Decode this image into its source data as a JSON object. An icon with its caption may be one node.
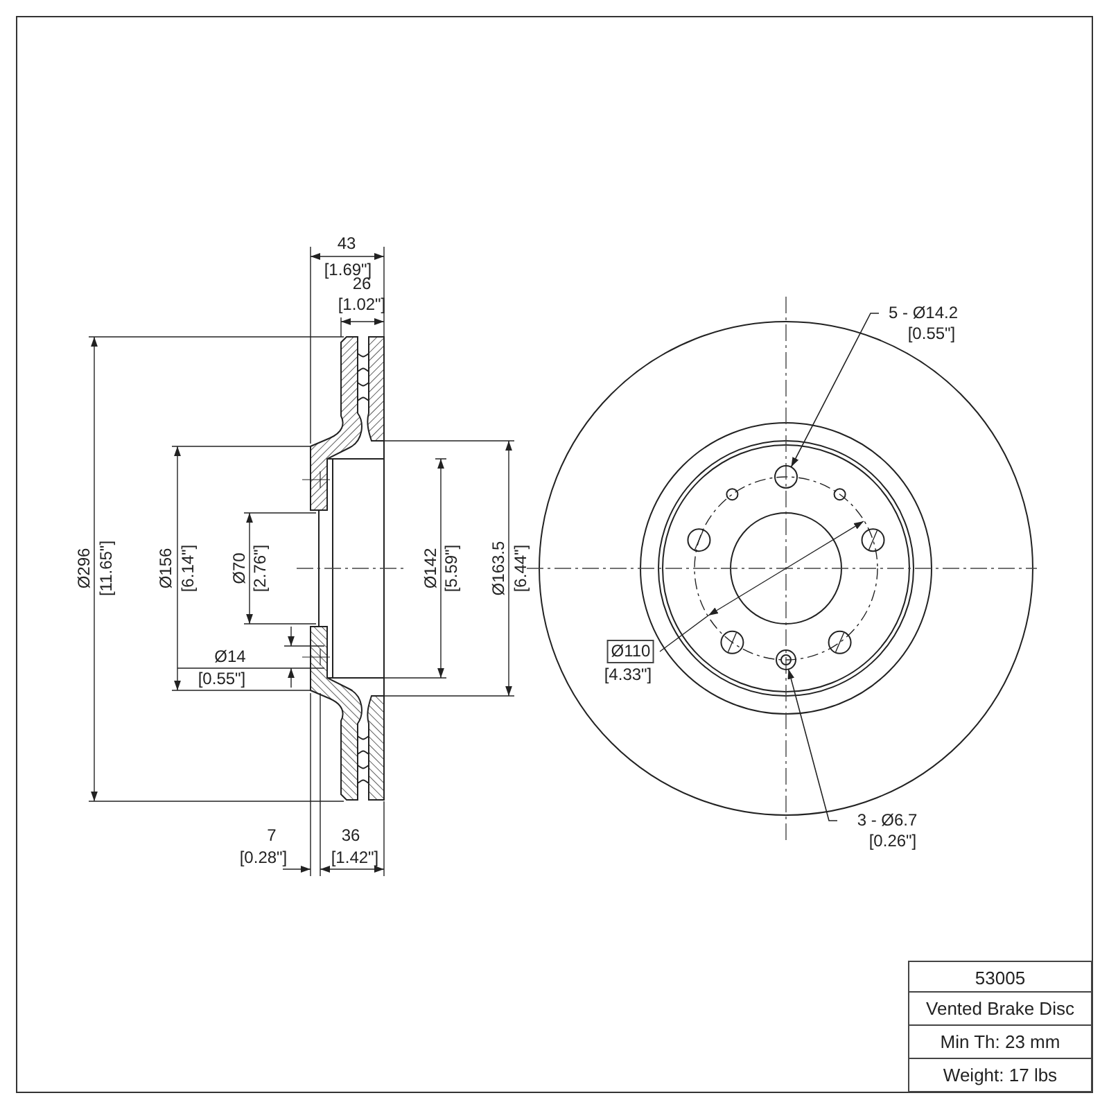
{
  "diagram": {
    "nodes": [
      {
        "text": [
          "5 - Ø14.2",
          "[0.55\"]"
        ]
      },
      {
        "text": [],
        "shape": "circle"
      },
      {
        "text": [
          "3 - Ø6.7",
          "[0.26\"]"
        ]
      },
      {
        "text": [],
        "shape": "circle"
      }
    ],
    "edges": [
      {
        "from": 0,
        "to": 1,
        "arrow": "to"
      },
      {
        "from": 2,
        "to": 3,
        "arrow": "to"
      }
    ],
    "labels": [
      "43",
      "[1.69\"]",
      "26",
      "[1.02\"]",
      "Ø296",
      "[11.65\"]",
      "Ø156",
      "[6.14\"]",
      "Ø70",
      "[2.76\"]",
      "Ø14",
      "[0.55\"]",
      "Ø142",
      "[5.59\"]",
      "Ø163.5",
      "[6.44\"]",
      "7",
      "[0.28\"]",
      "36",
      "[1.42\"]",
      "Ø110",
      "[4.33\"]",
      "53005",
      "Vented Brake Disc",
      "Min Th: 23 mm",
      "Weight: 17 lbs"
    ]
  }
}
